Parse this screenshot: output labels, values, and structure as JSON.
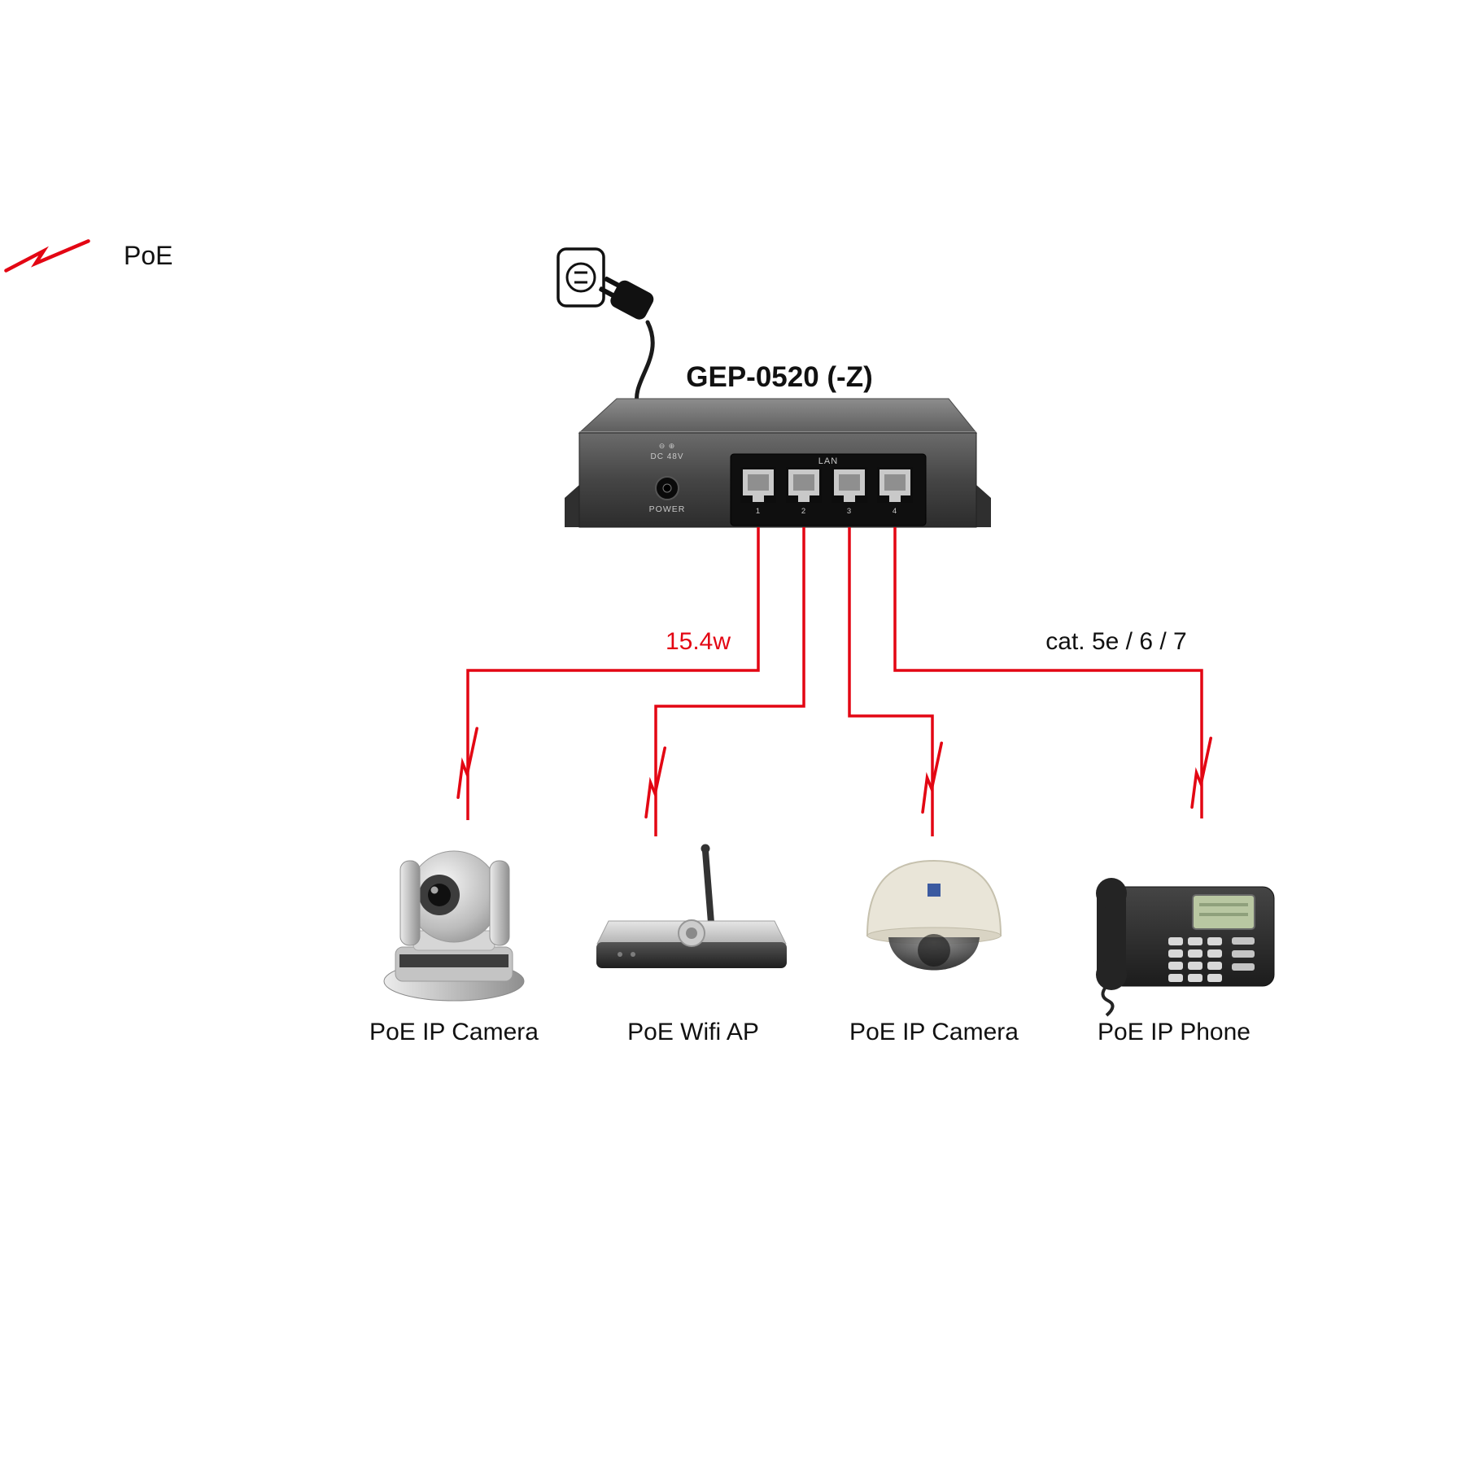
{
  "colors": {
    "poe_red": "#e30613",
    "text": "#111111",
    "switch_body": "#3a3a3a"
  },
  "legend": {
    "label": "PoE"
  },
  "switch": {
    "title": "GEP-0520 (-Z)",
    "polarity": "⊖ ⊕",
    "dc_label": "DC 48V",
    "power_label": "POWER",
    "lan_label": "LAN",
    "ports": [
      "1",
      "2",
      "3",
      "4"
    ]
  },
  "connections": {
    "power_label": "15.4w",
    "cable_label": "cat. 5e / 6 / 7"
  },
  "devices": [
    {
      "id": "poe-ip-camera-ptz",
      "label": "PoE IP Camera"
    },
    {
      "id": "poe-wifi-ap",
      "label": "PoE Wifi AP"
    },
    {
      "id": "poe-ip-camera-dome",
      "label": "PoE IP Camera"
    },
    {
      "id": "poe-ip-phone",
      "label": "PoE IP Phone"
    }
  ]
}
